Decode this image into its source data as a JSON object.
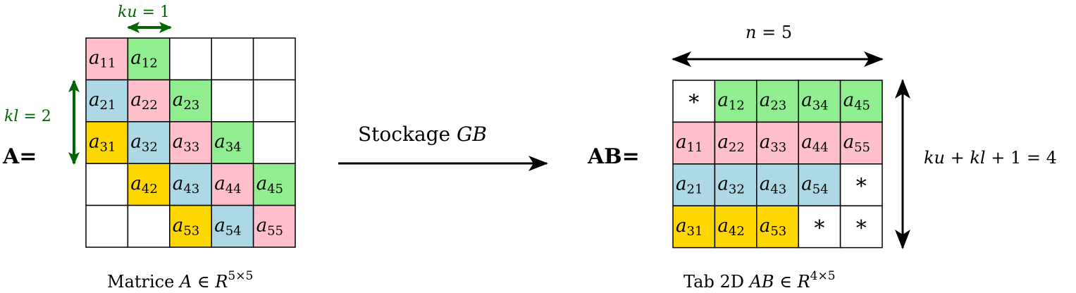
{
  "colors": {
    "pink": "#FFC0CB",
    "green": "#90EE90",
    "blue": "#ADD8E6",
    "gold": "#FFD700",
    "white": "#FFFFFF",
    "annotation_green": "#006400",
    "border": "#000000"
  },
  "matrix_a": {
    "label": "A=",
    "caption": {
      "prefix": "Matrice ",
      "var": "A",
      "rel": " ∈ ",
      "set": "R",
      "sup": "5×5"
    },
    "ku_label": {
      "var": "ku",
      "rest": " = 1"
    },
    "kl_label": {
      "var": "kl",
      "rest": " = 2"
    },
    "cells": [
      [
        {
          "t": "a",
          "s": "11",
          "c": "pink"
        },
        {
          "t": "a",
          "s": "12",
          "c": "green"
        },
        {
          "t": "",
          "s": "",
          "c": "white"
        },
        {
          "t": "",
          "s": "",
          "c": "white"
        },
        {
          "t": "",
          "s": "",
          "c": "white"
        }
      ],
      [
        {
          "t": "a",
          "s": "21",
          "c": "blue"
        },
        {
          "t": "a",
          "s": "22",
          "c": "pink"
        },
        {
          "t": "a",
          "s": "23",
          "c": "green"
        },
        {
          "t": "",
          "s": "",
          "c": "white"
        },
        {
          "t": "",
          "s": "",
          "c": "white"
        }
      ],
      [
        {
          "t": "a",
          "s": "31",
          "c": "gold"
        },
        {
          "t": "a",
          "s": "32",
          "c": "blue"
        },
        {
          "t": "a",
          "s": "33",
          "c": "pink"
        },
        {
          "t": "a",
          "s": "34",
          "c": "green"
        },
        {
          "t": "",
          "s": "",
          "c": "white"
        }
      ],
      [
        {
          "t": "",
          "s": "",
          "c": "white"
        },
        {
          "t": "a",
          "s": "42",
          "c": "gold"
        },
        {
          "t": "a",
          "s": "43",
          "c": "blue"
        },
        {
          "t": "a",
          "s": "44",
          "c": "pink"
        },
        {
          "t": "a",
          "s": "45",
          "c": "green"
        }
      ],
      [
        {
          "t": "",
          "s": "",
          "c": "white"
        },
        {
          "t": "",
          "s": "",
          "c": "white"
        },
        {
          "t": "a",
          "s": "53",
          "c": "gold"
        },
        {
          "t": "a",
          "s": "54",
          "c": "blue"
        },
        {
          "t": "a",
          "s": "55",
          "c": "pink"
        }
      ]
    ]
  },
  "arrow_label": {
    "prefix": "Stockage ",
    "var": "GB"
  },
  "matrix_ab": {
    "label": "AB=",
    "caption": {
      "prefix": "Tab 2D ",
      "var": "AB",
      "rel": " ∈ ",
      "set": "R",
      "sup": "4×5"
    },
    "n_label": {
      "var": "n",
      "rest": " = 5"
    },
    "height_label": {
      "var1": "ku",
      "plus1": " + ",
      "var2": "kl",
      "rest": " + 1 = 4"
    },
    "cells": [
      [
        {
          "t": "*",
          "s": "",
          "c": "white"
        },
        {
          "t": "a",
          "s": "12",
          "c": "green"
        },
        {
          "t": "a",
          "s": "23",
          "c": "green"
        },
        {
          "t": "a",
          "s": "34",
          "c": "green"
        },
        {
          "t": "a",
          "s": "45",
          "c": "green"
        }
      ],
      [
        {
          "t": "a",
          "s": "11",
          "c": "pink"
        },
        {
          "t": "a",
          "s": "22",
          "c": "pink"
        },
        {
          "t": "a",
          "s": "33",
          "c": "pink"
        },
        {
          "t": "a",
          "s": "44",
          "c": "pink"
        },
        {
          "t": "a",
          "s": "55",
          "c": "pink"
        }
      ],
      [
        {
          "t": "a",
          "s": "21",
          "c": "blue"
        },
        {
          "t": "a",
          "s": "32",
          "c": "blue"
        },
        {
          "t": "a",
          "s": "43",
          "c": "blue"
        },
        {
          "t": "a",
          "s": "54",
          "c": "blue"
        },
        {
          "t": "*",
          "s": "",
          "c": "white"
        }
      ],
      [
        {
          "t": "a",
          "s": "31",
          "c": "gold"
        },
        {
          "t": "a",
          "s": "42",
          "c": "gold"
        },
        {
          "t": "a",
          "s": "53",
          "c": "gold"
        },
        {
          "t": "*",
          "s": "",
          "c": "white"
        },
        {
          "t": "*",
          "s": "",
          "c": "white"
        }
      ]
    ]
  }
}
